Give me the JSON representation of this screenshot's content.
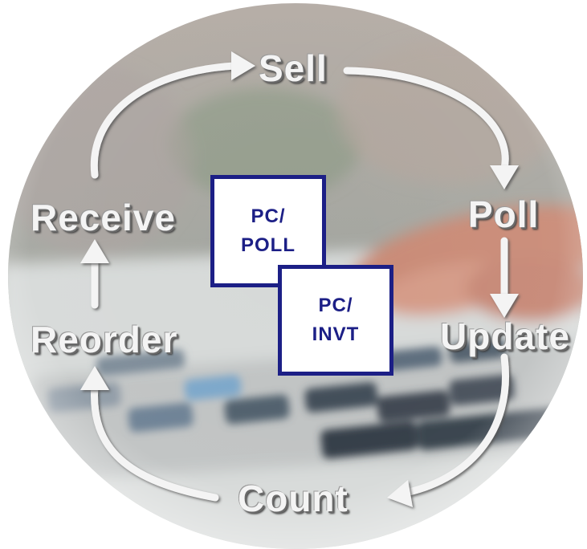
{
  "colors": {
    "box_border": "#1c1f86",
    "box_text": "#1c1f86",
    "cycle_text": "#f4f4f4",
    "arrow": "#f4f4f4"
  },
  "cycle_steps": {
    "sell": "Sell",
    "poll": "Poll",
    "update": "Update",
    "count": "Count",
    "reorder": "Reorder",
    "receive": "Receive"
  },
  "center_boxes": {
    "poll_box": {
      "line1": "PC/",
      "line2": "POLL"
    },
    "invt_box": {
      "line1": "PC/",
      "line2": "INVT"
    }
  },
  "background": "photo-keyboard-hand-circle"
}
